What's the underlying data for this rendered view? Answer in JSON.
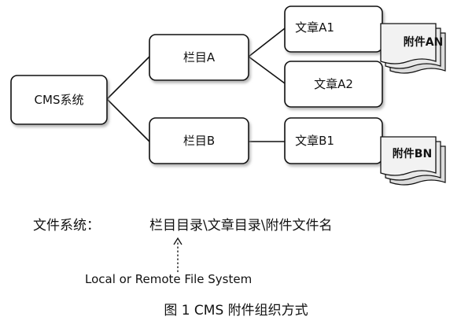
{
  "diagram": {
    "root": "CMS系统",
    "columns": [
      {
        "label": "栏目A",
        "articles": [
          {
            "label": "文章A1",
            "attachment": "附件AN"
          },
          {
            "label": "文章A2",
            "attachment": null
          }
        ]
      },
      {
        "label": "栏目B",
        "articles": [
          {
            "label": "文章B1",
            "attachment": "附件BN"
          }
        ]
      }
    ]
  },
  "filesystem": {
    "label": "文件系统：",
    "path": "栏目目录\\文章目录\\附件文件名"
  },
  "location_label": "Local or Remote File System",
  "caption": "图 1   CMS 附件组织方式"
}
